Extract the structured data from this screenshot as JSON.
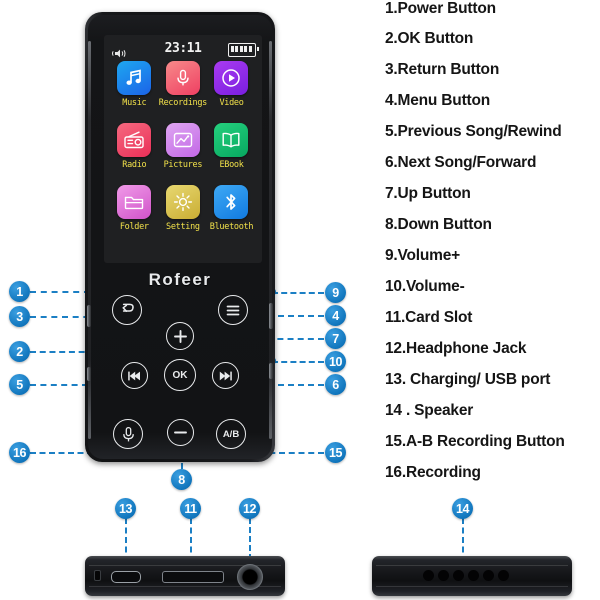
{
  "legend": {
    "items": [
      {
        "n": "1",
        "label": "1.Power Button"
      },
      {
        "n": "2",
        "label": "2.OK Button"
      },
      {
        "n": "3",
        "label": "3.Return Button"
      },
      {
        "n": "4",
        "label": "4.Menu Button"
      },
      {
        "n": "5",
        "label": "5.Previous Song/Rewind"
      },
      {
        "n": "6",
        "label": "6.Next Song/Forward"
      },
      {
        "n": "7",
        "label": "7.Up Button"
      },
      {
        "n": "8",
        "label": "8.Down Button"
      },
      {
        "n": "9",
        "label": "9.Volume+"
      },
      {
        "n": "10",
        "label": "10.Volume-"
      },
      {
        "n": "11",
        "label": "11.Card Slot"
      },
      {
        "n": "12",
        "label": "12.Headphone Jack"
      },
      {
        "n": "13",
        "label": "13. Charging/ USB port"
      },
      {
        "n": "14",
        "label": "14 . Speaker"
      },
      {
        "n": "15",
        "label": "15.A-B Recording Button"
      },
      {
        "n": "16",
        "label": "16.Recording"
      }
    ]
  },
  "device": {
    "brand": "Rofeer",
    "screen": {
      "status": {
        "time": "23:11",
        "speaker_icon": "volume-icon",
        "battery_icon": "battery-full-icon",
        "battery_bars": 5
      },
      "apps": [
        {
          "label": "Music",
          "icon": "music-note-icon",
          "color_start": "#1ea7f0",
          "color_end": "#1b63e8"
        },
        {
          "label": "Recordings",
          "icon": "microphone-icon",
          "color_start": "#f78a8a",
          "color_end": "#ef3f62"
        },
        {
          "label": "Video",
          "icon": "play-circle-icon",
          "color_start": "#a93bf0",
          "color_end": "#7a1ee0"
        },
        {
          "label": "Radio",
          "icon": "radio-icon",
          "color_start": "#f5697f",
          "color_end": "#ea2f58"
        },
        {
          "label": "Pictures",
          "icon": "image-icon",
          "color_start": "#dfa6f2",
          "color_end": "#c267e6"
        },
        {
          "label": "EBook",
          "icon": "book-icon",
          "color_start": "#25d07e",
          "color_end": "#07a860"
        },
        {
          "label": "Folder",
          "icon": "folder-icon",
          "color_start": "#f09ae8",
          "color_end": "#d053c9"
        },
        {
          "label": "Setting",
          "icon": "gear-icon",
          "color_start": "#e8d871",
          "color_end": "#c9ad33"
        },
        {
          "label": "Bluetooth",
          "icon": "bluetooth-icon",
          "color_start": "#3ea9f5",
          "color_end": "#117ae0"
        }
      ]
    },
    "controls": [
      {
        "name": "return-button",
        "icon": "return-arrow-icon"
      },
      {
        "name": "menu-button",
        "icon": "hamburger-menu-icon"
      },
      {
        "name": "up-button",
        "icon": "plus-icon"
      },
      {
        "name": "previous-button",
        "icon": "previous-track-icon"
      },
      {
        "name": "ok-button",
        "icon": "ok-text",
        "text": "OK"
      },
      {
        "name": "next-button",
        "icon": "next-track-icon"
      },
      {
        "name": "recording-button",
        "icon": "microphone-icon"
      },
      {
        "name": "down-button",
        "icon": "minus-icon"
      },
      {
        "name": "ab-recording-button",
        "icon": "ab-text",
        "text": "A/B"
      }
    ]
  },
  "bottom_view": {
    "ports": [
      {
        "n": "13",
        "name": "usb-c-port"
      },
      {
        "n": "11",
        "name": "card-slot"
      },
      {
        "n": "12",
        "name": "headphone-jack"
      }
    ]
  },
  "top_view": {
    "speaker": {
      "n": "14",
      "name": "speaker-grille",
      "holes": 6
    }
  },
  "colors": {
    "callout_blue": "#1b7fc4",
    "label_yellow": "#f2e14a",
    "body_dark": "#121315"
  }
}
